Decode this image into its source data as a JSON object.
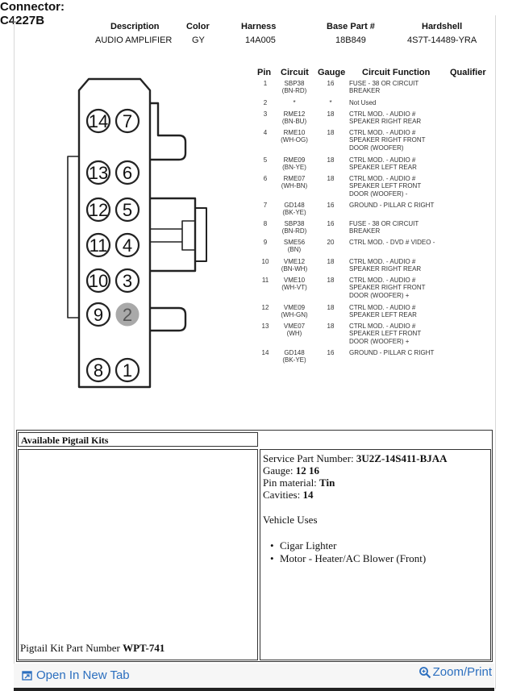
{
  "header": {
    "connector_label": "Connector:",
    "connector_id": "C4227B",
    "description_label": "Description",
    "description": "AUDIO AMPLIFIER",
    "color_label": "Color",
    "color": "GY",
    "harness_label": "Harness",
    "harness": "14A005",
    "base_part_label": "Base Part #",
    "base_part": "18B849",
    "hardshell_label": "Hardshell",
    "hardshell": "4S7T-14489-YRA"
  },
  "table": {
    "headers": {
      "pin": "Pin",
      "circuit": "Circuit",
      "gauge": "Gauge",
      "function": "Circuit Function",
      "qualifier": "Qualifier"
    },
    "rows": [
      {
        "pin": "1",
        "circuit": "SBP38\n(BN-RD)",
        "gauge": "16",
        "function": "FUSE - 38 OR CIRCUIT\nBREAKER"
      },
      {
        "pin": "2",
        "circuit": "*",
        "gauge": "*",
        "function": "Not Used"
      },
      {
        "pin": "3",
        "circuit": "RME12\n(BN-BU)",
        "gauge": "18",
        "function": "CTRL MOD. - AUDIO #\nSPEAKER RIGHT REAR"
      },
      {
        "pin": "4",
        "circuit": "RME10\n(WH-OG)",
        "gauge": "18",
        "function": "CTRL MOD. - AUDIO #\nSPEAKER RIGHT FRONT\nDOOR (WOOFER)"
      },
      {
        "pin": "5",
        "circuit": "RME09\n(BN-YE)",
        "gauge": "18",
        "function": "CTRL MOD. - AUDIO #\nSPEAKER LEFT REAR"
      },
      {
        "pin": "6",
        "circuit": "RME07\n(WH-BN)",
        "gauge": "18",
        "function": "CTRL MOD. - AUDIO #\nSPEAKER LEFT FRONT\nDOOR (WOOFER) -"
      },
      {
        "pin": "7",
        "circuit": "GD148\n(BK-YE)",
        "gauge": "16",
        "function": "GROUND - PILLAR C RIGHT"
      },
      {
        "pin": "8",
        "circuit": "SBP38\n(BN-RD)",
        "gauge": "16",
        "function": "FUSE - 38 OR CIRCUIT\nBREAKER"
      },
      {
        "pin": "9",
        "circuit": "SME56\n(BN)",
        "gauge": "20",
        "function": "CTRL MOD. - DVD # VIDEO -"
      },
      {
        "pin": "10",
        "circuit": "VME12\n(BN-WH)",
        "gauge": "18",
        "function": "CTRL MOD. - AUDIO #\nSPEAKER RIGHT REAR"
      },
      {
        "pin": "11",
        "circuit": "VME10\n(WH-VT)",
        "gauge": "18",
        "function": "CTRL MOD. - AUDIO #\nSPEAKER RIGHT FRONT\nDOOR (WOOFER) +"
      },
      {
        "pin": "12",
        "circuit": "VME09\n(WH-GN)",
        "gauge": "18",
        "function": "CTRL MOD. - AUDIO #\nSPEAKER LEFT REAR"
      },
      {
        "pin": "13",
        "circuit": "VME07\n(WH)",
        "gauge": "18",
        "function": "CTRL MOD. - AUDIO #\nSPEAKER LEFT FRONT\nDOOR (WOOFER) +"
      },
      {
        "pin": "14",
        "circuit": "GD148\n(BK-YE)",
        "gauge": "16",
        "function": "GROUND - PILLAR C RIGHT"
      }
    ]
  },
  "connector_pins": [
    "14",
    "7",
    "13",
    "6",
    "12",
    "5",
    "11",
    "4",
    "10",
    "3",
    "9",
    "2",
    "8",
    "1"
  ],
  "highlight_pin": "2",
  "highlight_color": "#a9a9a9",
  "pigtail": {
    "title": "Available Pigtail Kits",
    "service_part_label": "Service Part Number: ",
    "service_part": "3U2Z-14S411-BJAA",
    "gauge_label": "Gauge: ",
    "gauge": "12 16",
    "pin_material_label": "Pin material: ",
    "pin_material": "Tin",
    "cavities_label": "Cavities: ",
    "cavities": "14",
    "vehicle_uses_label": "Vehicle Uses",
    "vehicle_uses": [
      "Cigar Lighter",
      "Motor - Heater/AC Blower (Front)"
    ],
    "kit_part_label": "Pigtail Kit Part Number ",
    "kit_part": "WPT-741"
  },
  "footer": {
    "open_tab_label": "Open In New Tab",
    "zoom_label": "Zoom/Print",
    "link_color": "#2c6fbf"
  }
}
